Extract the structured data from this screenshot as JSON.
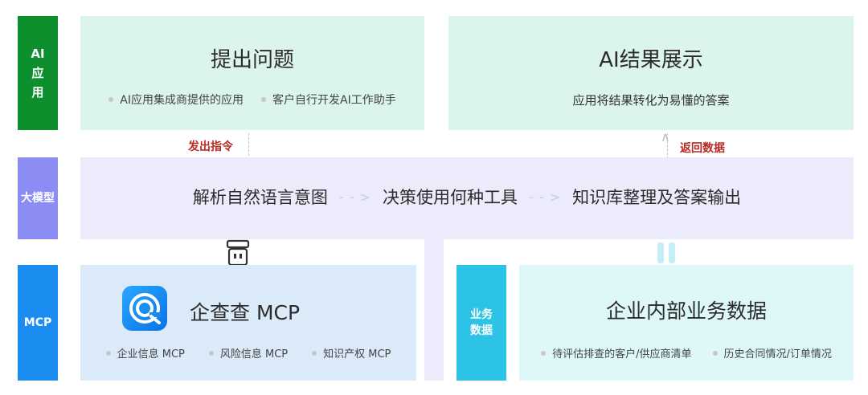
{
  "rows": {
    "ai_app": [
      "AI",
      "应",
      "用"
    ],
    "llm": "大模型",
    "mcp": "MCP",
    "biz": [
      "业务",
      "数据"
    ]
  },
  "ask_box": {
    "title": "提出问题",
    "bullets": [
      "AI应用集成商提供的应用",
      "客户自行开发AI工作助手"
    ]
  },
  "result_box": {
    "title": "AI结果展示",
    "subtitle": "应用将结果转化为易懂的答案"
  },
  "connectors": {
    "send_cmd": "发出指令",
    "return_data": "返回数据"
  },
  "llm_band": {
    "steps": [
      "解析自然语言意图",
      "决策使用何种工具",
      "知识库整理及答案输出"
    ],
    "separator": "- - >"
  },
  "mcp_box": {
    "title": "企查查 MCP",
    "bullets": [
      "企业信息 MCP",
      "风险信息 MCP",
      "知识产权 MCP"
    ]
  },
  "biz_box": {
    "title": "企业内部业务数据",
    "bullets": [
      "待评估排查的客户/供应商清单",
      "历史合同情况/订单情况"
    ]
  },
  "colors": {
    "ai_label": "#0c8f2c",
    "llm_label": "#8c8cf5",
    "mcp_label": "#1b8df0",
    "biz_label": "#2cc3e6",
    "connector_text": "#b82b25"
  }
}
